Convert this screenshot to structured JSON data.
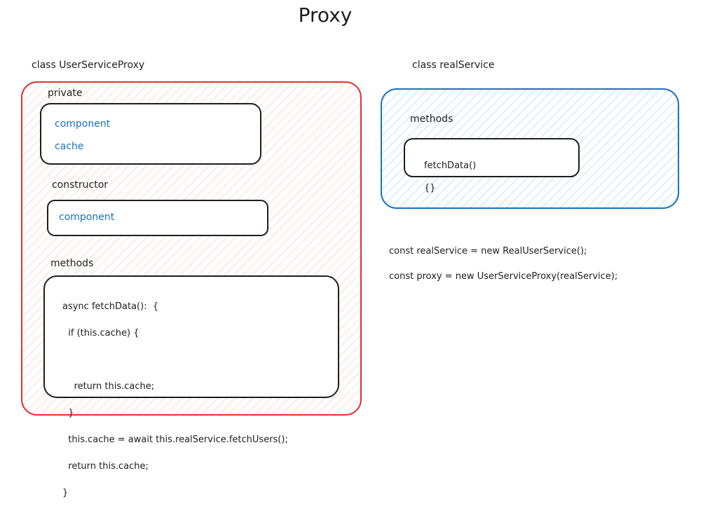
{
  "title": "Proxy",
  "proxy_class": {
    "label": "class UserServiceProxy",
    "private_label": "private",
    "private_fields": [
      "component",
      "cache"
    ],
    "constructor_label": "constructor",
    "constructor_param": "component",
    "methods_label": "methods",
    "method_code": [
      "async fetchData():  {",
      "  if (this.cache) {",
      "",
      "    return this.cache;",
      "  }",
      "  this.cache = await this.realService.fetchUsers();",
      "  return this.cache;",
      "}"
    ]
  },
  "real_class": {
    "label": "class realService",
    "methods_label": "methods",
    "method_code": [
      "fetchData()",
      "{}"
    ]
  },
  "usage_code": [
    "const realService = new RealUserService();",
    "const proxy = new UserServiceProxy(realService);"
  ],
  "colors": {
    "proxy_stroke": "#e03131",
    "proxy_hatch": "#ffc9c9",
    "real_stroke": "#1971c2",
    "real_hatch": "#a5d8ff",
    "field_text": "#1971c2",
    "ink": "#1e1e1e"
  }
}
